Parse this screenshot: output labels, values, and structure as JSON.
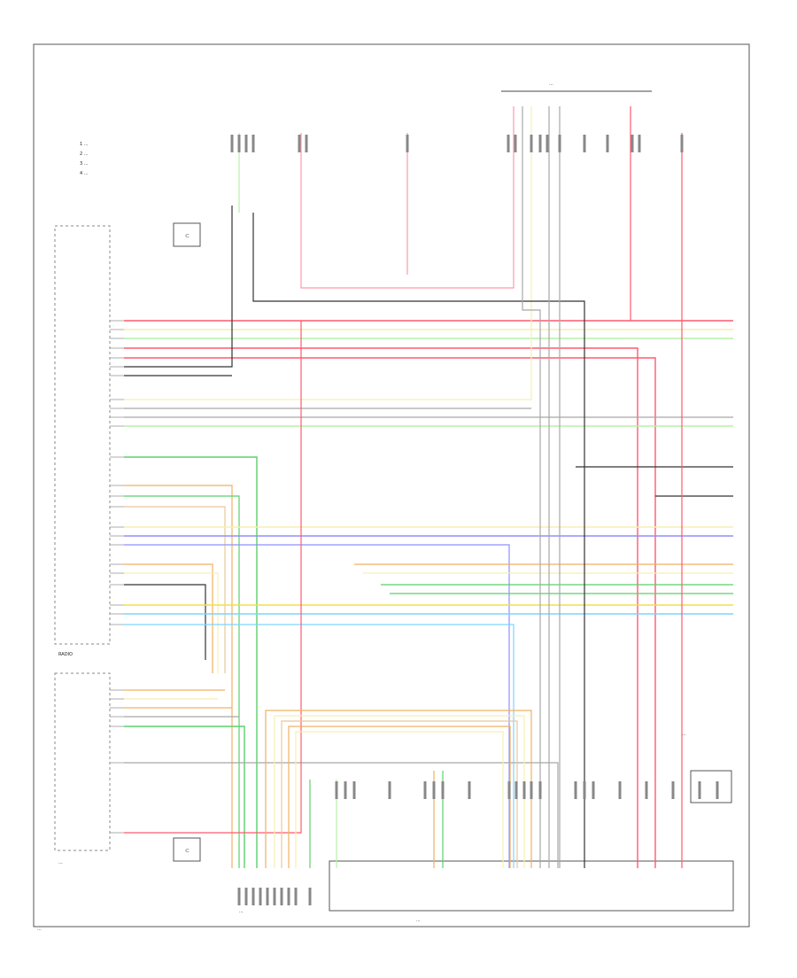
{
  "legend": {
    "items": [
      "1 ...",
      "2 ...",
      "3 ...",
      "4 ..."
    ]
  },
  "blocks": {
    "main_unit_label": "RADIO",
    "secondary_unit_label": "...",
    "connector_top_label": "...",
    "bottom_splice_label": "...",
    "bottom_connector_label": "...",
    "right_module_label": "..."
  },
  "page_code": "...",
  "wire_colors": {
    "red": "#ff5a6e",
    "pink": "#ff9aa8",
    "green": "#5bd16b",
    "light_green": "#b7f0a8",
    "yellow": "#f2e04a",
    "light_yellow": "#f7efb0",
    "orange": "#f0b060",
    "tan": "#e8c89a",
    "blue": "#8f8fff",
    "light_blue": "#7fd4ff",
    "gray": "#a8a8a8",
    "black": "#333333",
    "dark_green": "#2e9a3e"
  }
}
